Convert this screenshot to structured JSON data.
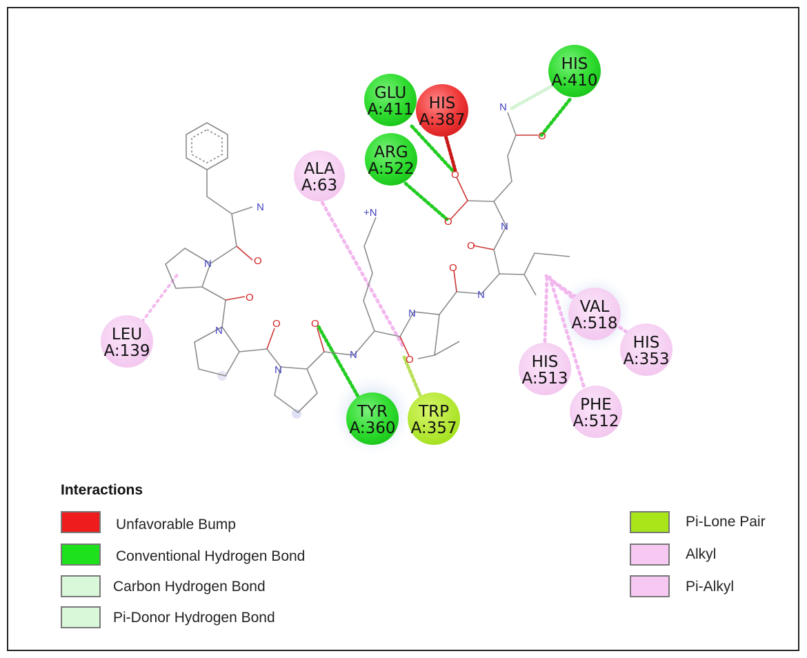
{
  "colors": {
    "bond": "#8a8a8a",
    "oxygen": "#d22020",
    "nitrogen": "#4040c0",
    "unfavorable_bump": "#ee1c1c",
    "conventional_hbond": "#1ee11e",
    "carbon_hbond": "#d9f7d9",
    "pi_donor_hbond": "#d9f7d9",
    "pi_lone_pair": "#a8e61a",
    "alkyl": "#f7c8f2",
    "pi_alkyl": "#f7c8f2"
  },
  "residues": [
    {
      "id": "his410",
      "name": "HIS",
      "num": "A:410",
      "type": "conventional_hbond"
    },
    {
      "id": "glu411",
      "name": "GLU",
      "num": "A:411",
      "type": "conventional_hbond"
    },
    {
      "id": "his387",
      "name": "HIS",
      "num": "A:387",
      "type": "unfavorable_bump"
    },
    {
      "id": "arg522",
      "name": "ARG",
      "num": "A:522",
      "type": "conventional_hbond"
    },
    {
      "id": "ala63",
      "name": "ALA",
      "num": "A:63",
      "type": "alkyl"
    },
    {
      "id": "leu139",
      "name": "LEU",
      "num": "A:139",
      "type": "alkyl"
    },
    {
      "id": "val518",
      "name": "VAL",
      "num": "A:518",
      "type": "alkyl"
    },
    {
      "id": "his353",
      "name": "HIS",
      "num": "A:353",
      "type": "pi_alkyl"
    },
    {
      "id": "his513",
      "name": "HIS",
      "num": "A:513",
      "type": "pi_alkyl"
    },
    {
      "id": "phe512",
      "name": "PHE",
      "num": "A:512",
      "type": "pi_alkyl"
    },
    {
      "id": "tyr360",
      "name": "TYR",
      "num": "A:360",
      "type": "conventional_hbond"
    },
    {
      "id": "trp357",
      "name": "TRP",
      "num": "A:357",
      "type": "pi_lone_pair"
    }
  ],
  "atoms": {
    "O": "O",
    "N": "N",
    "N_plus": "+N"
  },
  "legend": {
    "title": "Interactions",
    "items": [
      {
        "label": "Unfavorable Bump",
        "type": "unfavorable_bump"
      },
      {
        "label": "Conventional Hydrogen Bond",
        "type": "conventional_hbond"
      },
      {
        "label": "Carbon Hydrogen Bond",
        "type": "carbon_hbond"
      },
      {
        "label": "Pi-Donor Hydrogen Bond",
        "type": "pi_donor_hbond"
      },
      {
        "label": "Pi-Lone Pair",
        "type": "pi_lone_pair"
      },
      {
        "label": "Alkyl",
        "type": "alkyl"
      },
      {
        "label": "Pi-Alkyl",
        "type": "pi_alkyl"
      }
    ]
  }
}
